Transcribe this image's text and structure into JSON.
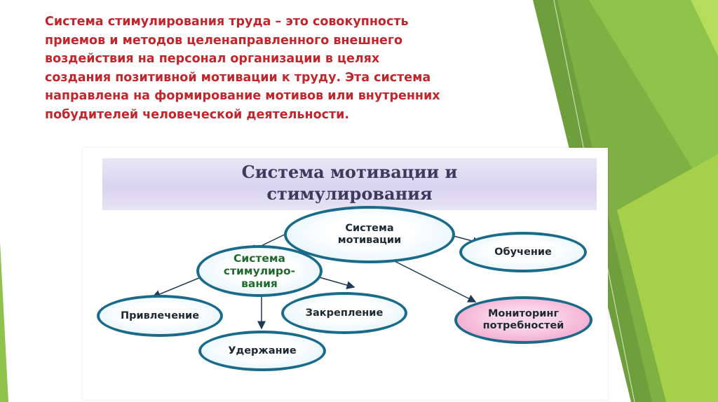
{
  "colors": {
    "text_red": "#c0262c",
    "node_border": "#1a6a8a",
    "node_green_text": "#1f6b2c",
    "node_pink_fill": "#f3a9d0",
    "banner_fill": "#ddd8f0",
    "deco_green_dark": "#6a9a3a",
    "deco_green_light": "#a6cf4a"
  },
  "slide": {
    "paragraph": "Система стимулирования труда – это совокупность\nприемов и методов целенаправленного внешнего\nвоздействия на персонал организации в целях\nсоздания позитивной мотивации к труду. Эта система\nнаправлена на формирование мотивов или внутренних\nпобудителей человеческой деятельности."
  },
  "diagram": {
    "title": "Система мотивации и\nстимулирования",
    "nodes": {
      "motivation_system": "Система\nмотивации",
      "stimulation_system": "Система\nстимулиро-\nвания",
      "training": "Обучение",
      "monitoring": "Мониторинг\nпотребностей",
      "attraction": "Привлечение",
      "consolidation": "Закрепление",
      "retention": "Удержание"
    }
  }
}
